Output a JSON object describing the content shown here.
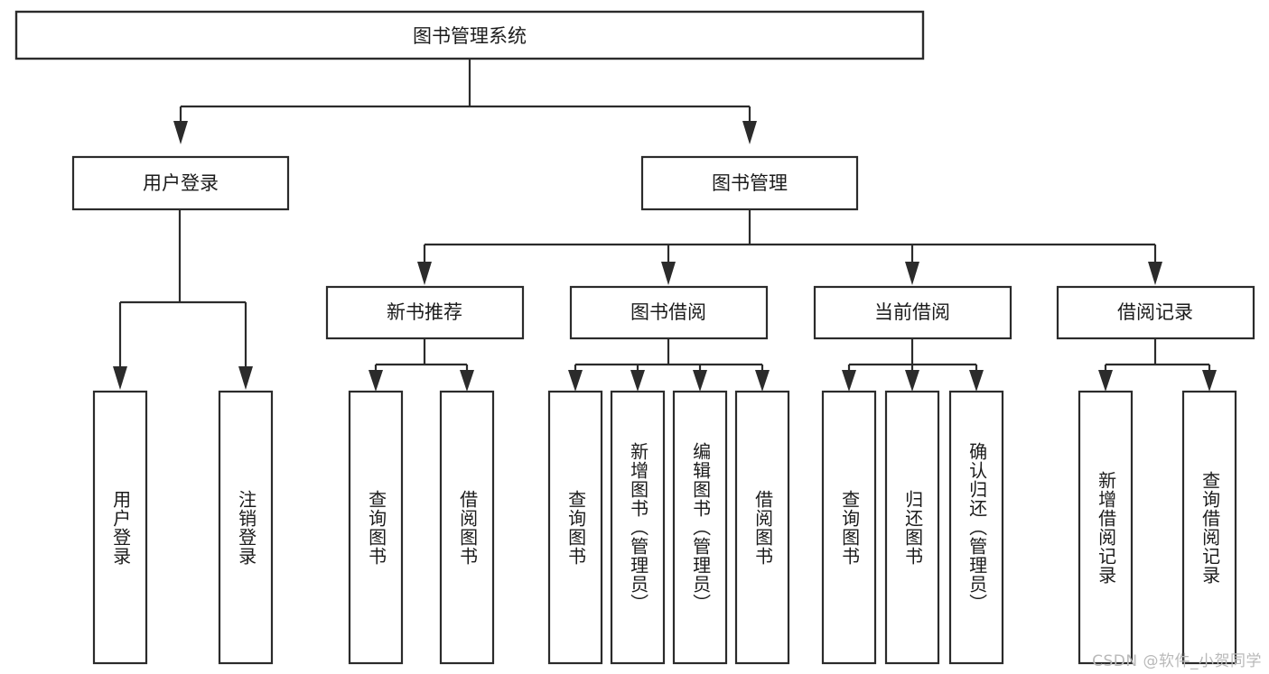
{
  "diagram": {
    "type": "tree-hierarchy",
    "title": "图书管理系统",
    "watermark": "CSDN @软件_小贺同学",
    "colors": {
      "box_fill": "#ffffff",
      "box_stroke": "#2b2b2b",
      "text": "#1b1b1b",
      "background": "#ffffff",
      "watermark": "#b9b9b9"
    },
    "levels": {
      "root": {
        "label": "图书管理系统"
      },
      "level2": [
        {
          "label": "用户登录"
        },
        {
          "label": "图书管理"
        }
      ],
      "level3": [
        {
          "label": "新书推荐"
        },
        {
          "label": "图书借阅"
        },
        {
          "label": "当前借阅"
        },
        {
          "label": "借阅记录"
        }
      ]
    },
    "nodes": {
      "root": "图书管理系统",
      "user_login": "用户登录",
      "book_manage": "图书管理",
      "new_book_rec": "新书推荐",
      "book_borrow": "图书借阅",
      "current_borrow": "当前借阅",
      "borrow_record": "借阅记录",
      "leaf_user_login": "用户登录",
      "leaf_logout": "注销登录",
      "leaf_query_book_1": "查询图书",
      "leaf_borrow_book_1": "借阅图书",
      "leaf_query_book_2": "查询图书",
      "leaf_add_book_admin": "新增图书（管理员）",
      "leaf_edit_book_admin": "编辑图书（管理员）",
      "leaf_borrow_book_2": "借阅图书",
      "leaf_query_book_3": "查询图书",
      "leaf_return_book": "归还图书",
      "leaf_confirm_return_admin": "确认归还（管理员）",
      "leaf_add_record": "新增借阅记录",
      "leaf_query_record": "查询借阅记录"
    },
    "tree": {
      "label": "图书管理系统",
      "children": [
        {
          "label": "用户登录",
          "children": [
            {
              "label": "用户登录"
            },
            {
              "label": "注销登录"
            }
          ]
        },
        {
          "label": "图书管理",
          "children": [
            {
              "label": "新书推荐",
              "children": [
                {
                  "label": "查询图书"
                },
                {
                  "label": "借阅图书"
                }
              ]
            },
            {
              "label": "图书借阅",
              "children": [
                {
                  "label": "查询图书"
                },
                {
                  "label": "新增图书（管理员）"
                },
                {
                  "label": "编辑图书（管理员）"
                },
                {
                  "label": "借阅图书"
                }
              ]
            },
            {
              "label": "当前借阅",
              "children": [
                {
                  "label": "查询图书"
                },
                {
                  "label": "归还图书"
                },
                {
                  "label": "确认归还（管理员）"
                }
              ]
            },
            {
              "label": "借阅记录",
              "children": [
                {
                  "label": "新增借阅记录"
                },
                {
                  "label": "查询借阅记录"
                }
              ]
            }
          ]
        }
      ]
    }
  }
}
